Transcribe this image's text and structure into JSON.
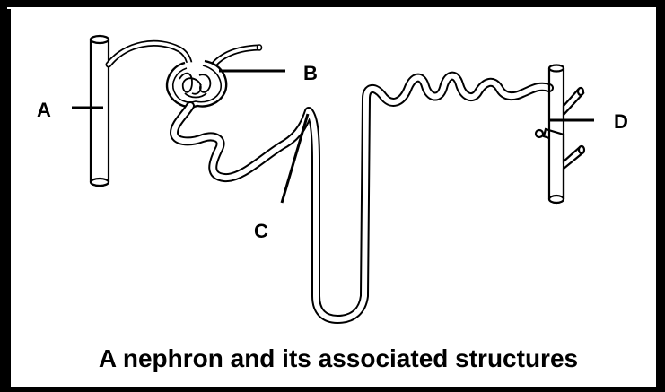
{
  "diagram": {
    "caption": "A nephron and its associated structures",
    "labels": {
      "a": "A",
      "b": "B",
      "c": "C",
      "d": "D"
    }
  }
}
